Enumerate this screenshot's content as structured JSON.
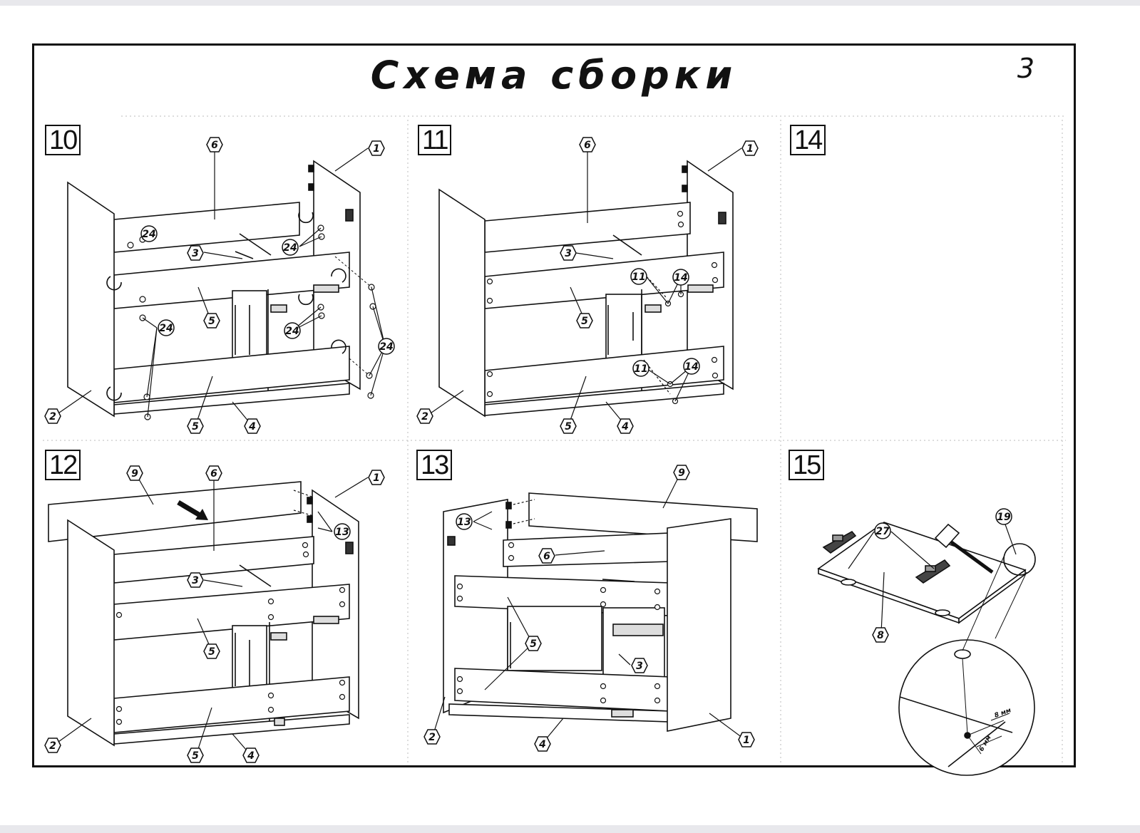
{
  "header": {
    "title": "Схема сборки",
    "page_number": "3"
  },
  "steps": {
    "s10": "10",
    "s11": "11",
    "s12": "12",
    "s13": "13",
    "s14": "14",
    "s15": "15"
  },
  "callouts": {
    "c1": "1",
    "c2": "2",
    "c3": "3",
    "c4": "4",
    "c5": "5",
    "c6": "6",
    "c8": "8",
    "c9": "9",
    "c11": "11",
    "c13": "13",
    "c14": "14",
    "c19": "19",
    "c24": "24",
    "c27": "27"
  },
  "dimensions": {
    "d8": "8 мм",
    "d6": "6 мм"
  }
}
